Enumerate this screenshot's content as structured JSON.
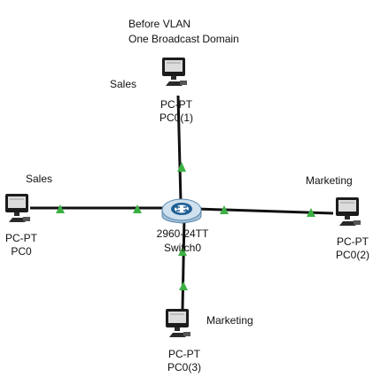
{
  "annotation": {
    "line1": "Before VLAN",
    "line2": "One Broadcast Domain"
  },
  "switch": {
    "model": "2960-24TT",
    "name": "Switch0",
    "icon": "switch-icon"
  },
  "pcs": [
    {
      "type": "PC-PT",
      "name": "PC0",
      "group": "Sales",
      "icon": "pc-icon"
    },
    {
      "type": "PC-PT",
      "name": "PC0(1)",
      "group": "Sales",
      "icon": "pc-icon"
    },
    {
      "type": "PC-PT",
      "name": "PC0(2)",
      "group": "Marketing",
      "icon": "pc-icon"
    },
    {
      "type": "PC-PT",
      "name": "PC0(3)",
      "group": "Marketing",
      "icon": "pc-icon"
    }
  ],
  "colors": {
    "link": "#111111",
    "link_up": "#3cb043",
    "switch_body": "#7fa9c9",
    "switch_ring": "#1f5f95"
  }
}
